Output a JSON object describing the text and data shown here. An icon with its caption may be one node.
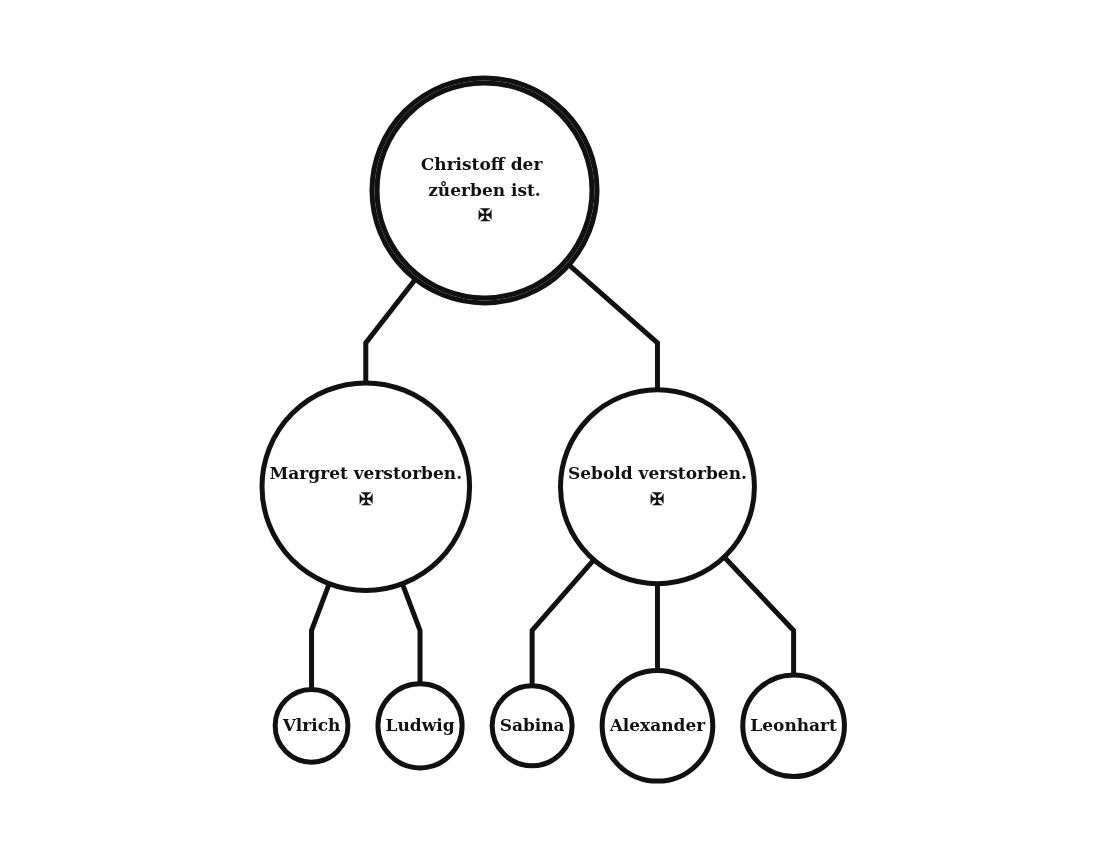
{
  "diagram": {
    "nodes": [
      {
        "text": [
          "Christoff der zůerben ist.",
          "✠"
        ]
      },
      {
        "text": [
          "Margret verstorben.",
          "✠"
        ]
      },
      {
        "text": [
          "Sebold verstorben.",
          "✠"
        ]
      },
      {
        "text": [
          "Vlrich"
        ]
      },
      {
        "text": [
          "Ludwig"
        ]
      },
      {
        "text": [
          "Sabina"
        ]
      },
      {
        "text": [
          "Alexander"
        ]
      },
      {
        "text": [
          "Leonhart"
        ]
      }
    ],
    "edges": [
      {
        "from": 0,
        "to": 1,
        "arrow": "none"
      },
      {
        "from": 0,
        "to": 2,
        "arrow": "none"
      },
      {
        "from": 1,
        "to": 3,
        "arrow": "none"
      },
      {
        "from": 1,
        "to": 4,
        "arrow": "none"
      },
      {
        "from": 2,
        "to": 5,
        "arrow": "none"
      },
      {
        "from": 2,
        "to": 6,
        "arrow": "none"
      },
      {
        "from": 2,
        "to": 7,
        "arrow": "none"
      }
    ]
  }
}
